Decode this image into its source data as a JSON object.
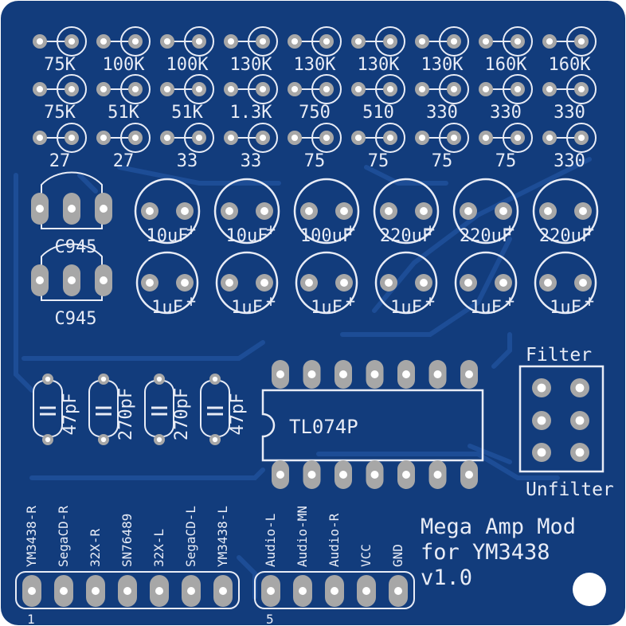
{
  "colors": {
    "board": "#123c7c",
    "board_dark": "#0a2a5c",
    "trace": "#1d4d96",
    "silk": "#e8ecf6",
    "pad": "#a7a7a7",
    "hole": "#ffffff"
  },
  "resistor_rows": [
    [
      "75K",
      "100K",
      "100K",
      "130K",
      "130K",
      "130K",
      "130K",
      "160K",
      "160K"
    ],
    [
      "75K",
      "51K",
      "51K",
      "1.3K",
      "750",
      "510",
      "330",
      "330",
      "330"
    ],
    [
      "27",
      "27",
      "33",
      "33",
      "75",
      "75",
      "75",
      "75",
      "330"
    ]
  ],
  "transistors": [
    "C945",
    "C945"
  ],
  "caps_large": [
    "10uF",
    "10uF",
    "100uF",
    "220uF",
    "220uF",
    "220uF"
  ],
  "caps_small": [
    "1uF",
    "1uF",
    "1uF",
    "1uF",
    "1uF",
    "1uF"
  ],
  "cap_plus": "+",
  "ceramic_caps": [
    "47pF",
    "270pF",
    "270pF",
    "47pF"
  ],
  "ic_label": "TL074P",
  "jumper": {
    "top_label": "Filter",
    "bottom_label": "Unfilter"
  },
  "header_left": {
    "labels": [
      "YM3438-R",
      "SegaCD-R",
      "32X-R",
      "SN76489",
      "32X-L",
      "SegaCD-L",
      "YM3438-L"
    ],
    "pin1_label": "1"
  },
  "header_right": {
    "labels": [
      "Audio-L",
      "Audio-MN",
      "Audio-R",
      "VCC",
      "GND"
    ],
    "pin1_label": "5"
  },
  "title_lines": [
    "Mega Amp Mod",
    "for YM3438",
    "v1.0"
  ]
}
